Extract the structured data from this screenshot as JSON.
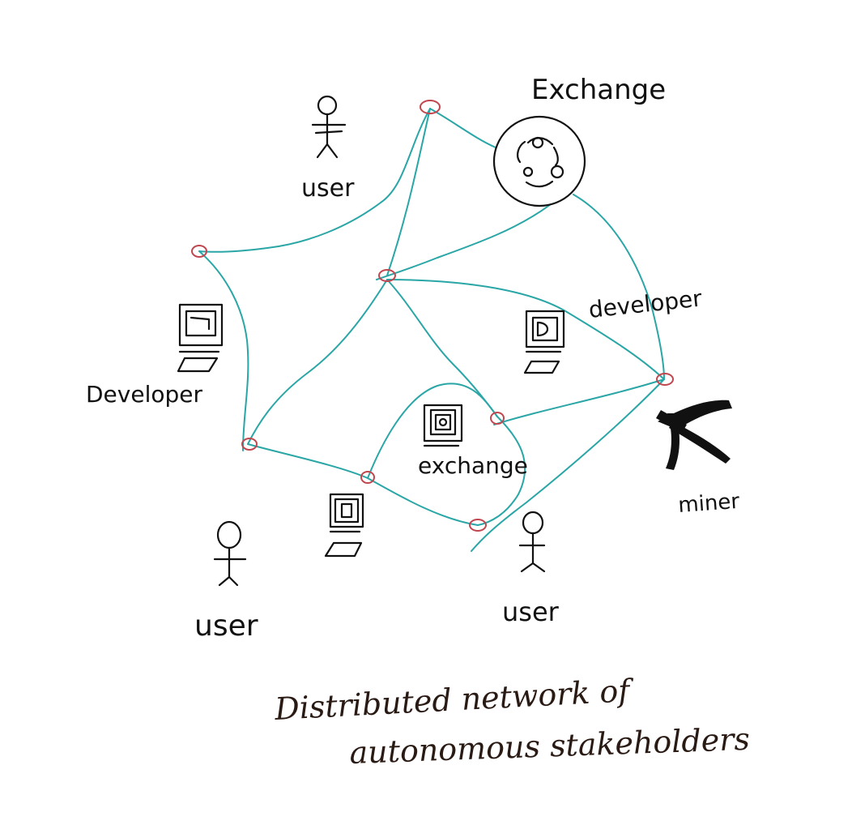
{
  "colors": {
    "edge": "#2aa6a6",
    "node": "#c0474f",
    "ink": "#111111",
    "caption": "#2a1a14"
  },
  "labels": {
    "exchange_top": "Exchange",
    "user_top": "user",
    "developer_right": "developer",
    "developer_left": "Developer",
    "exchange_center": "exchange",
    "miner": "miner",
    "user_bottom_left": "user",
    "user_bottom_right": "user"
  },
  "caption": {
    "line1": "Distributed network of",
    "line2": "autonomous stakeholders"
  },
  "icons": {
    "stick_figure": "person-icon",
    "computer": "computer-icon",
    "exchange_globe": "exchange-circle-icon",
    "miner_pickaxe": "pickaxe-icon"
  }
}
